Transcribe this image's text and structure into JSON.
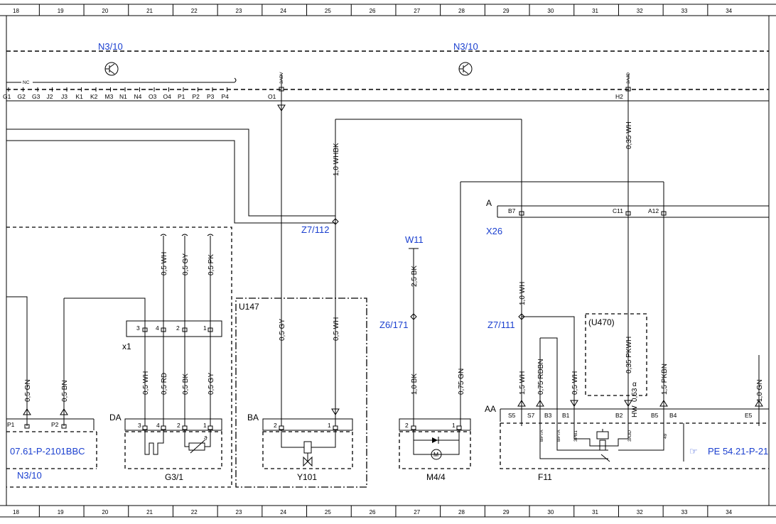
{
  "grid_columns": [
    "18",
    "19",
    "20",
    "21",
    "22",
    "23",
    "24",
    "25",
    "26",
    "27",
    "28",
    "29",
    "30",
    "31",
    "32",
    "33",
    "34"
  ],
  "components": {
    "n3_10_top_left": "N3/10",
    "n3_10_top_right": "N3/10",
    "n3_10_bottom": "N3/10",
    "z7_112": "Z7/112",
    "z7_111": "Z7/111",
    "z6_171": "Z6/171",
    "w11": "W11",
    "x26": "X26",
    "x26_conn": "A",
    "u147": "U147",
    "u470": "(U470)",
    "x1": "x1",
    "da": "DA",
    "ba": "BA",
    "aa": "AA",
    "g3_1": "G3/1",
    "y101": "Y101",
    "m4_4": "M4/4",
    "f11": "F11",
    "nc": "NC",
    "ref_left": "07.61-P-2101BBC",
    "ref_right": "PE 54.21-P-21"
  },
  "ecu_pins": [
    "G1",
    "G2",
    "G3",
    "J2",
    "J3",
    "K1",
    "K2",
    "M3",
    "N1",
    "N4",
    "O3",
    "O4",
    "P1",
    "P2",
    "P3",
    "P4"
  ],
  "ecu_pin_o1": "O1",
  "ecu_pin_h2": "H2",
  "splice_3abv": "3ABV",
  "splice_3ajd": "3AJD",
  "x26_pins": {
    "b7": "B7",
    "c11": "C11",
    "a12": "A12"
  },
  "x1_pins": [
    "3",
    "4",
    "2",
    "1"
  ],
  "da_pins": [
    "3",
    "4",
    "2",
    "1"
  ],
  "ba_pins": [
    "2",
    "1"
  ],
  "m44_pins": [
    "2",
    "1"
  ],
  "left_pins": [
    "P1",
    "P2"
  ],
  "aa_pins": {
    "s5": "S5",
    "s7": "S7",
    "b3": "B3",
    "b1": "B1",
    "b2": "B2",
    "b5": "B5",
    "b4": "B4",
    "e5": "E5"
  },
  "f11_internal": {
    "bp7a1": "BP7A",
    "bp7a2": "BP7A",
    "fb31": "3PB1",
    "ajd": "3AJD",
    "n49": "49"
  },
  "wires": {
    "w_10whbk": "1,0 WHBK",
    "w_035wh_top": "0,35 WH",
    "w_05wh_a": "0,5 WH",
    "w_05gy_a": "0,5 GY",
    "w_05pk": "0,5 PK",
    "w_25bk": "2,5 BK",
    "w_10wh": "1,0 WH",
    "w_05gy_u147": "0,5 GY",
    "w_05wh_u147": "0,5 WH",
    "w_05gn": "0,5 GN",
    "w_05bn": "0,5 BN",
    "w_05wh_b": "0,5 WH",
    "w_05rd": "0,5 RD",
    "w_05bk": "0,5 BK",
    "w_05gy_b": "0,5 GY",
    "w_10bk": "1,0 BK",
    "w_075gn": "0,75 GN",
    "w_15wh": "1,5 WH",
    "w_075rdbn": "0,75 RDBN",
    "w_05wh_c": "0,5 WH",
    "w_035pkwh": "0,35 PKWH",
    "w_hw": "HW",
    "w_053": "0,53",
    "w_15pkbn": "1,5 PKBN",
    "w_10gn": "1,0 GN"
  },
  "symbols": {
    "theta": "ϑ",
    "alpha": "α",
    "motor": "M",
    "pointer": "☞"
  }
}
